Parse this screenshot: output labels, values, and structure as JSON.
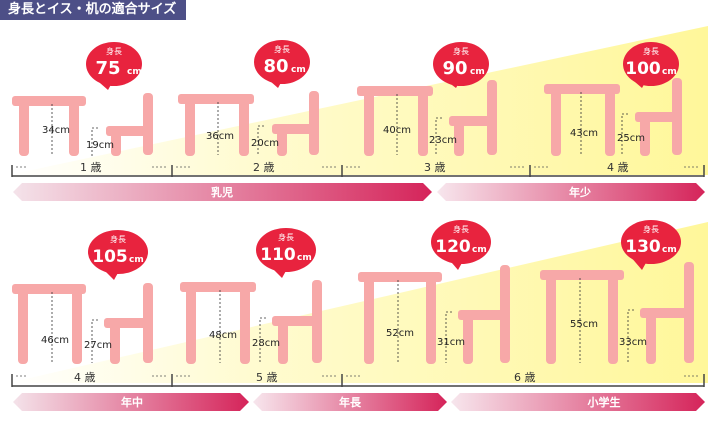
{
  "title": "身長とイス・机の適合サイズ",
  "unit": "cm",
  "height_label": "身長",
  "colors": {
    "header_bg": "#4d4f87",
    "furniture": "#f7a8a8",
    "bubble": "#e8233e",
    "band_light": "#fffbc8",
    "band_strong": "#fff79a",
    "age_bar_start": "#f3d2de",
    "age_bar_end": "#d7265c"
  },
  "rows": [
    {
      "groups": [
        {
          "height": "75",
          "desk": "34cm",
          "chair": "19cm",
          "age": "1 歳"
        },
        {
          "height": "80",
          "desk": "36cm",
          "chair": "20cm",
          "age": "2 歳"
        },
        {
          "height": "90",
          "desk": "40cm",
          "chair": "23cm",
          "age": "3 歳"
        },
        {
          "height": "100",
          "desk": "43cm",
          "chair": "25cm",
          "age": "4 歳"
        }
      ],
      "categories": [
        "乳児",
        "年少"
      ]
    },
    {
      "groups": [
        {
          "height": "105",
          "desk": "46cm",
          "chair": "27cm",
          "age": "4 歳"
        },
        {
          "height": "110",
          "desk": "48cm",
          "chair": "28cm",
          "age": "5 歳"
        },
        {
          "height": "120",
          "desk": "52cm",
          "chair": "31cm",
          "age": ""
        },
        {
          "height": "130",
          "desk": "55cm",
          "chair": "33cm",
          "age": ""
        }
      ],
      "age_span": "6 歳",
      "categories": [
        "年中",
        "年長",
        "小学生"
      ]
    }
  ]
}
